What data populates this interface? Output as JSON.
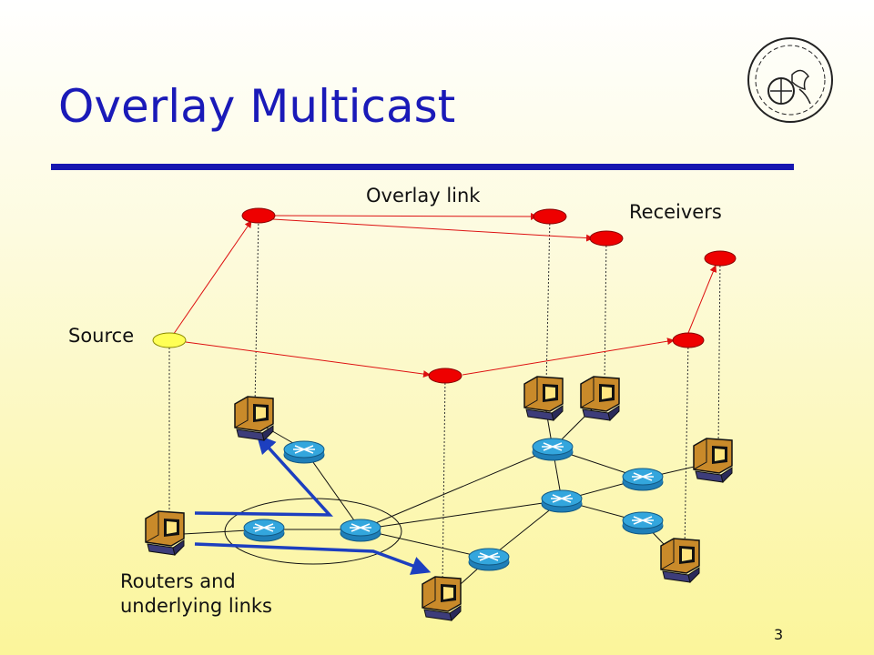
{
  "slide": {
    "title": "Overlay Multicast",
    "page_number": "3"
  },
  "labels": {
    "overlay_link": "Overlay link",
    "receivers": "Receivers",
    "source": "Source",
    "routers_line1": "Routers and",
    "routers_line2": "underlying links"
  },
  "colors": {
    "title": "#1a1ab8",
    "overlay_node": "#ee0000",
    "source_node": "#ffff55",
    "overlay_link": "#dd1111",
    "router": "#33a6dd",
    "highlight": "#1d3fbf"
  },
  "icons": {
    "logo": "university-seal-logo",
    "host": "computer-host-icon",
    "router": "router-icon"
  }
}
